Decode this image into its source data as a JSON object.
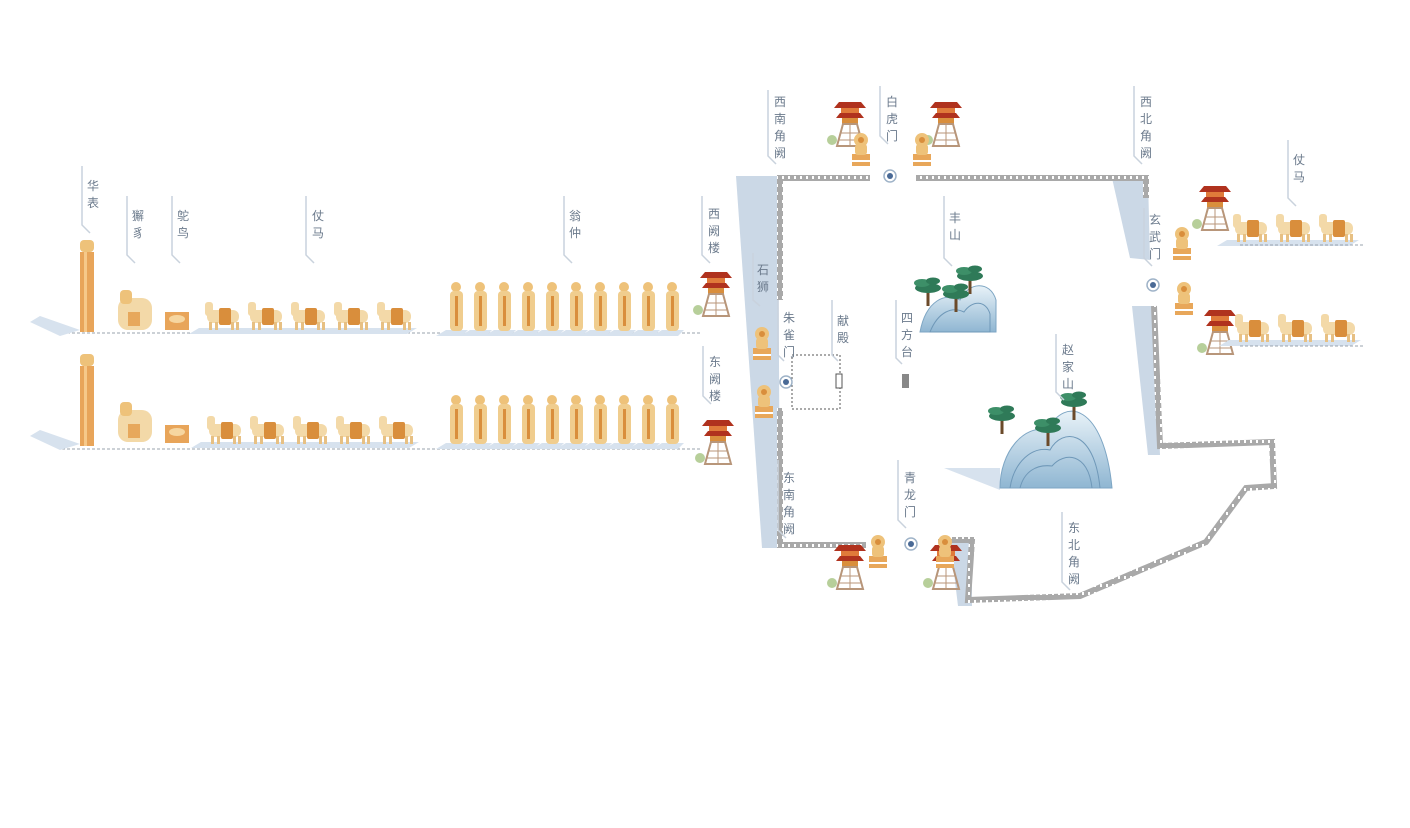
{
  "labels": {
    "huabiao": "华表",
    "xiezhi": "獬豸",
    "tuoniao": "鸵鸟",
    "zhangma_w": "仗马",
    "wengzhong": "翁仲",
    "xiquelou": "西阙楼",
    "dongquelou": "东阙楼",
    "shishi": "石狮",
    "zhuquemen": "朱雀门",
    "xiandian": "献殿",
    "sifangtai": "四方台",
    "xinanjiaoque": "西南角阙",
    "baihumen": "白虎门",
    "fengshan": "丰山",
    "xibeijiaoque": "西北角阙",
    "xuanwumen": "玄武门",
    "zhangma_e": "仗马",
    "zhaojiashan": "赵家山",
    "dongnanjiaoque": "东南角阙",
    "qinglongmen": "青龙门",
    "dongbeijiaoque": "东北角阙"
  },
  "colors": {
    "wall": "#a9a9a9",
    "shadow": "#cbd8e6",
    "label_text": "#6b7a8c",
    "label_line": "#c9d2dd",
    "statue": "#eec27a",
    "statue_dark": "#d98e3c",
    "roof": "#b0321e",
    "mountain": "#a8c8de",
    "tree": "#2f7a58"
  },
  "icons": [
    "huabiao-pillar-icon",
    "xiezhi-icon",
    "ostrich-icon",
    "horse-icon",
    "wengzhong-statue-icon",
    "gate-tower-icon",
    "stone-lion-icon",
    "mountain-icon",
    "pine-tree-icon",
    "gate-marker-icon",
    "altar-icon"
  ]
}
